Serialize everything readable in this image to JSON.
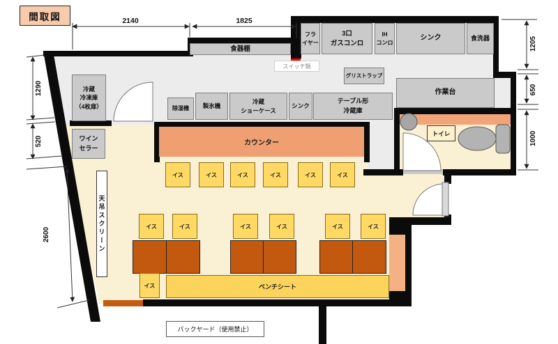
{
  "title": "間取図",
  "dimensions": {
    "top_left_width": "2140",
    "top_right_width": "1825",
    "left_upper": "1290",
    "left_mid": "520",
    "left_lower": "2600",
    "right_upper": "1205",
    "right_mid": "650",
    "right_lower": "1000"
  },
  "kitchen": {
    "dish_shelf": "食器棚",
    "fryer": "フラ\nイヤー",
    "gas_stove": "3口\nガスコンロ",
    "ih_stove": "IH\nコンロ",
    "sink": "シンク",
    "dishwasher": "食洗器",
    "switches": "スイッチ類",
    "grease_trap": "グリストラップ",
    "fridge_freezer": "冷蔵\n冷凍庫\n（4枚扉）",
    "dehumidifier": "除湿機",
    "ice_maker": "製氷機",
    "showcase": "冷蔵\nショーケース",
    "sink2": "シンク",
    "table_fridge": "テーブル形\n冷蔵庫",
    "work_table": "作業台"
  },
  "dining": {
    "wine_cellar": "ワイン\nセラー",
    "counter": "カウンター",
    "chair": "イス",
    "bench": "ベンチシート",
    "screen": "天吊スクリーン",
    "toilet": "トイレ",
    "backyard": "バックヤード（使用禁止）"
  },
  "colors": {
    "wall": "#0B0B0B",
    "kitchen_floor": "#ECECEC",
    "dining_floor": "#FAF0D3",
    "equipment": "#CACACA",
    "counter": "#EF9F72",
    "salmon": "#F4B183",
    "chair": "#FFD964",
    "table": "#C2590F",
    "bench": "#FCD35B",
    "switch_mark": "#FF0000",
    "title_bg": "#F7CBAC"
  }
}
